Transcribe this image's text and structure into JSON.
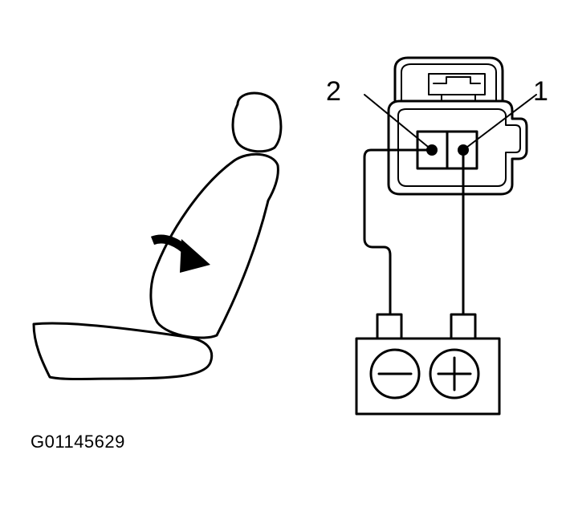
{
  "diagram": {
    "terminal_labels": {
      "terminal_2": "2",
      "terminal_1": "1"
    },
    "battery": {
      "negative_symbol": "minus-symbol",
      "positive_symbol": "plus-symbol"
    },
    "seat": {
      "arrow": "curved-arrow-icon"
    },
    "figure_id": "G01145629"
  }
}
